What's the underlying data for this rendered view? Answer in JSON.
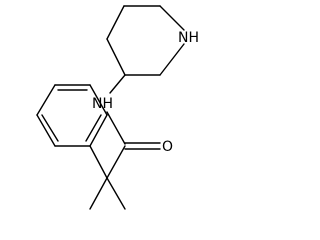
{
  "structure": {
    "atoms": {
      "ring_nh": "NH",
      "amide_nh": "NH",
      "carbonyl_o": "O"
    },
    "colors": {
      "bond": "#000000",
      "label": "#000000",
      "background": "#ffffff"
    }
  }
}
